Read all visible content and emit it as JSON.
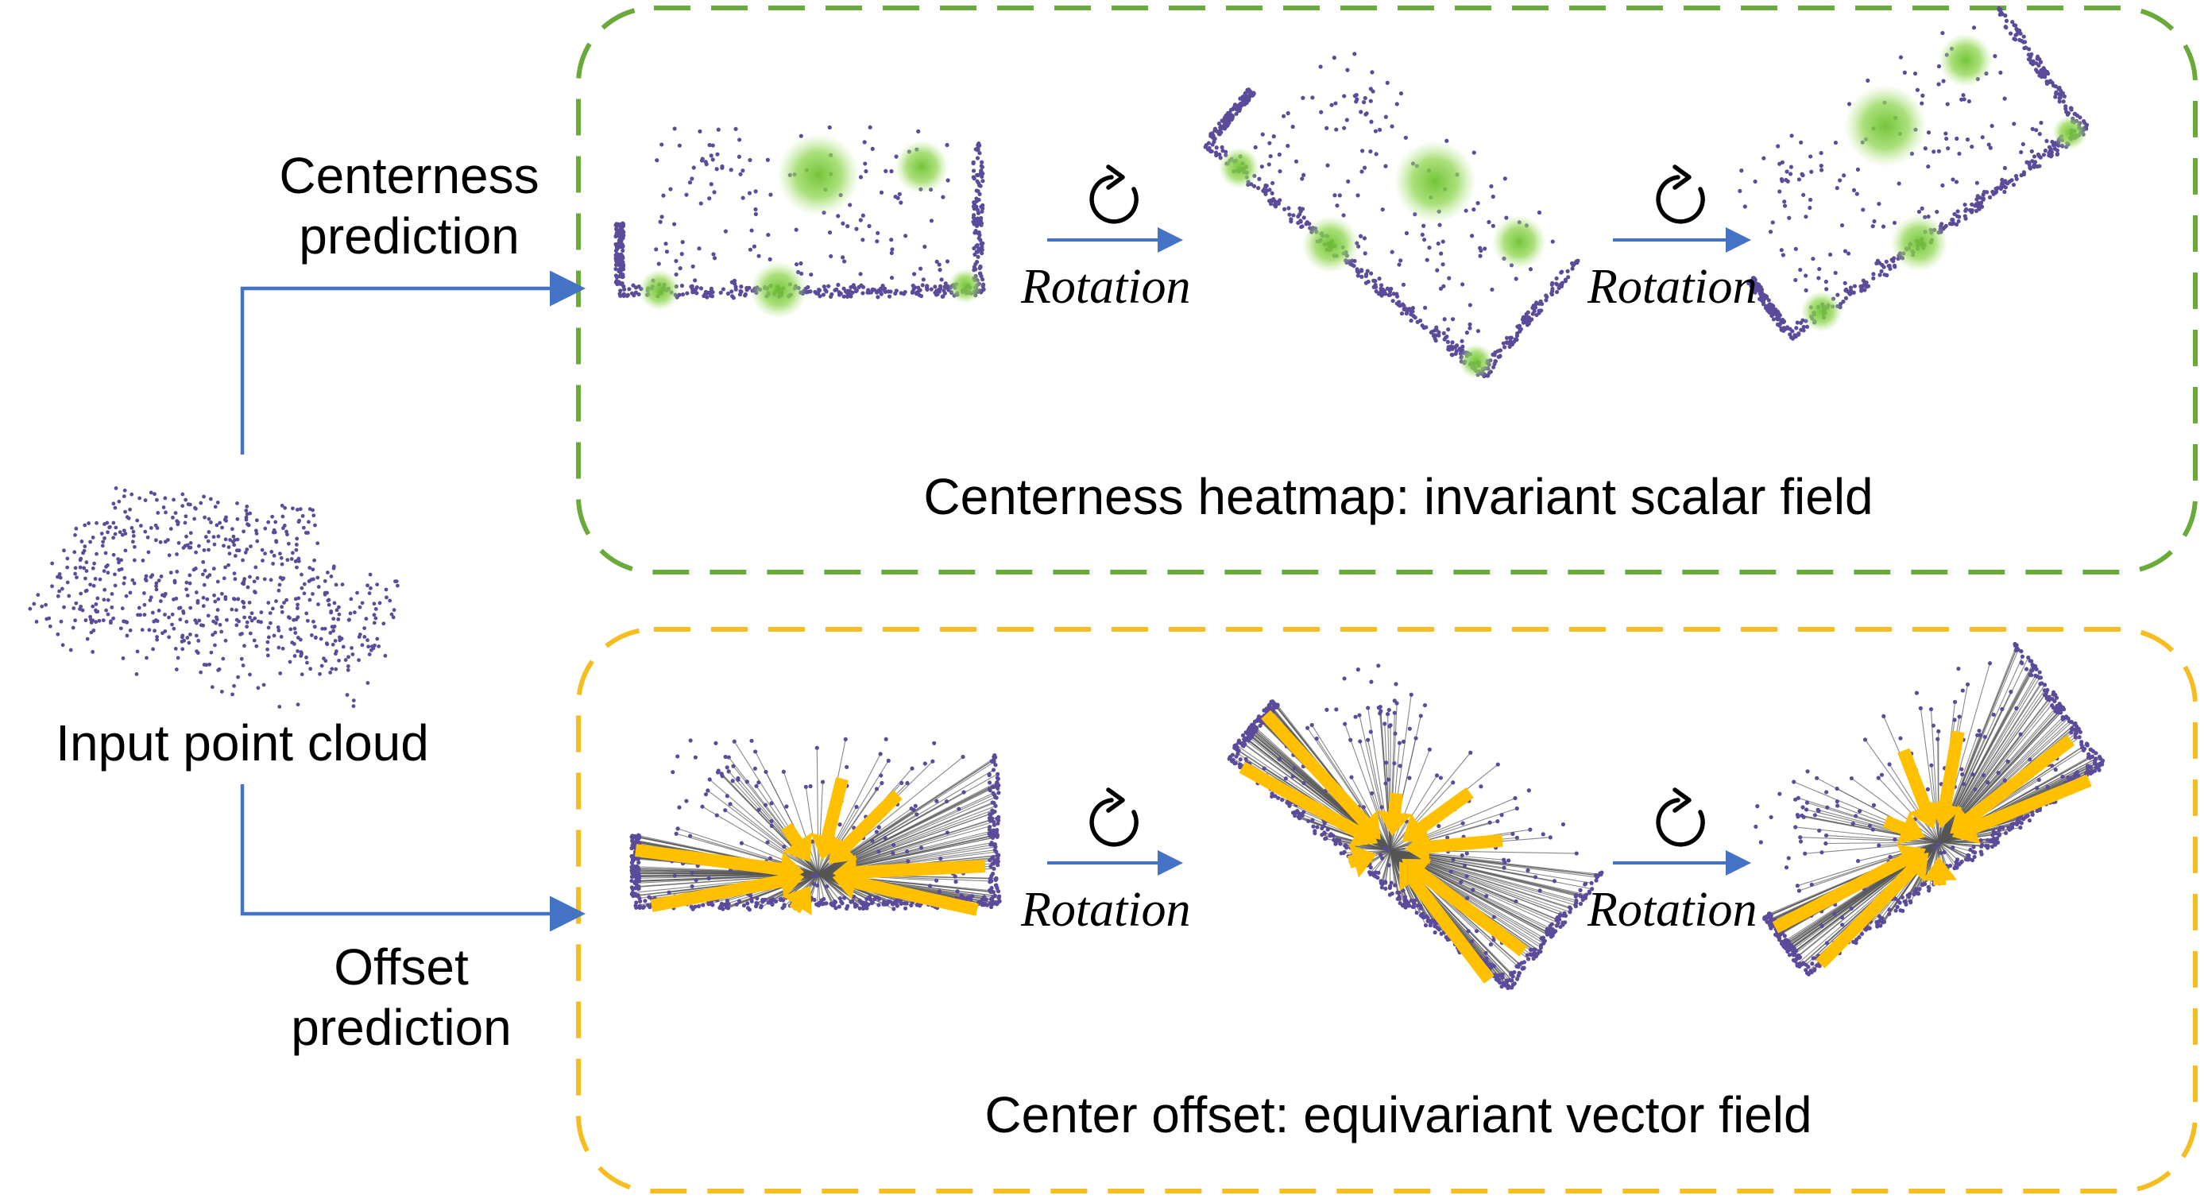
{
  "colors": {
    "point": "#5b4b9a",
    "scalar_panel_border": "#6aaa3a",
    "vector_panel_border": "#f5bd1f",
    "flow_arrow": "#4472c4",
    "heat_blob": "#7ccc3c",
    "offset_arrow": "#ffc000",
    "offset_line": "#555555"
  },
  "input": {
    "label": "Input point cloud"
  },
  "branches": {
    "centerness": {
      "label_line1": "Centerness",
      "label_line2": "prediction",
      "caption": "Centerness heatmap: invariant scalar field",
      "rotation_labels": [
        "Rotation",
        "Rotation"
      ],
      "rotate_icon": "clockwise-rotate-icon"
    },
    "offset": {
      "label_line1": "Offset",
      "label_line2": "prediction",
      "caption": "Center offset: equivariant vector field",
      "rotation_labels": [
        "Rotation",
        "Rotation"
      ],
      "rotate_icon": "clockwise-rotate-icon"
    }
  }
}
